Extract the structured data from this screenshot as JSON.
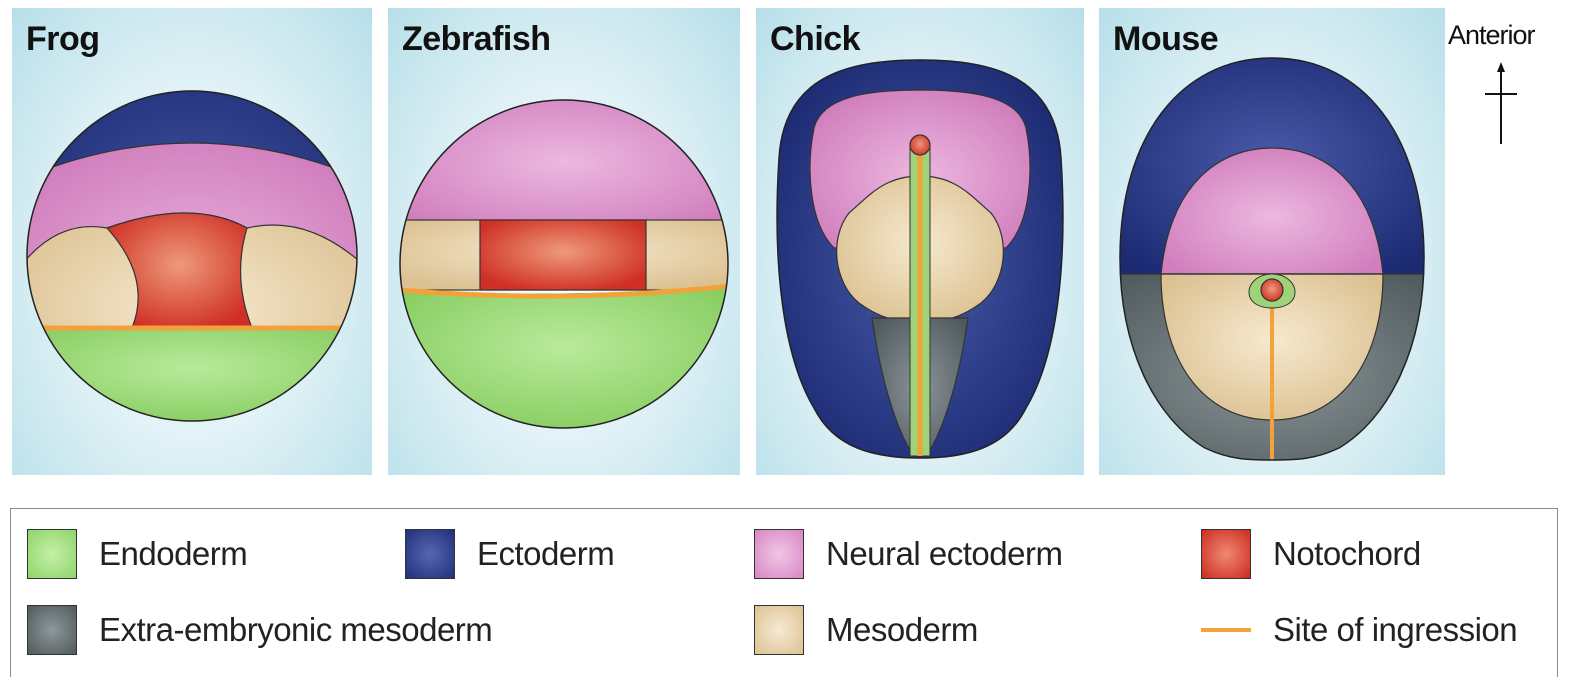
{
  "panels": [
    {
      "id": "frog",
      "title": "Frog"
    },
    {
      "id": "zebrafish",
      "title": "Zebrafish"
    },
    {
      "id": "chick",
      "title": "Chick"
    },
    {
      "id": "mouse",
      "title": "Mouse"
    }
  ],
  "axis": {
    "label": "Anterior"
  },
  "legend": {
    "items": [
      {
        "label": "Endoderm",
        "color": "#8fd46a"
      },
      {
        "label": "Ectoderm",
        "color": "#1f2f7a"
      },
      {
        "label": "Neural ectoderm",
        "color": "#d986c4"
      },
      {
        "label": "Notochord",
        "color": "#cc2a22"
      },
      {
        "label": "Extra-embryonic mesoderm",
        "color": "#5a6467"
      },
      {
        "label": "Mesoderm",
        "color": "#e3cb9c"
      },
      {
        "label": "Site of ingression",
        "color": "#f2a23a"
      }
    ]
  },
  "colors": {
    "endoderm": "#8fd46a",
    "ectoderm": "#1f2f7a",
    "neural_ectoderm": "#d986c4",
    "notochord": "#cc2a22",
    "extra_embryonic_mesoderm": "#5a6467",
    "mesoderm": "#e3cb9c",
    "ingression": "#f2a23a"
  }
}
